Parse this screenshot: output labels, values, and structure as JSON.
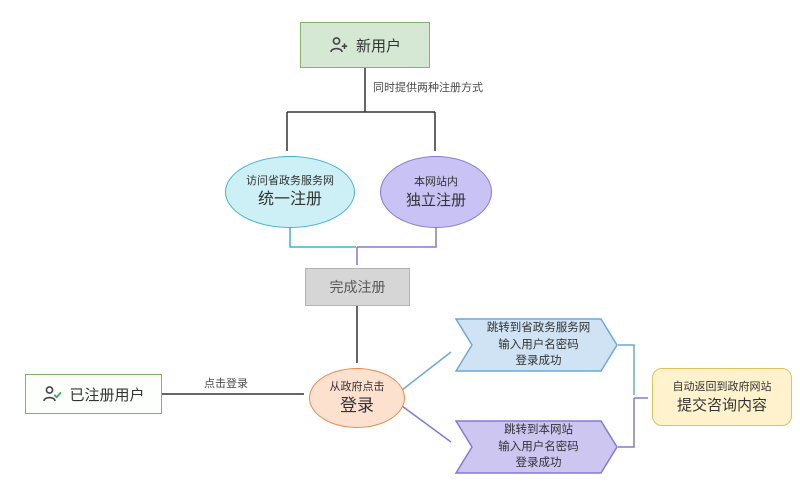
{
  "nodes": {
    "new_user": {
      "label": "新用户"
    },
    "unified_register": {
      "line1": "访问省政务服务网",
      "line2": "统一注册"
    },
    "independent_register": {
      "line1": "本网站内",
      "line2": "独立注册"
    },
    "complete_register": {
      "label": "完成注册"
    },
    "registered_user": {
      "label": "已注册用户"
    },
    "gov_login": {
      "line1": "从政府点击",
      "line2": "登录"
    },
    "provincial_login_flow": {
      "line1": "跳转到省政务服务网",
      "line2": "输入用户名密码",
      "line3": "登录成功"
    },
    "site_login_flow": {
      "line1": "跳转到本网站",
      "line2": "输入用户名密码",
      "line3": "登录成功"
    },
    "submit_content": {
      "line1": "自动返回到政府网站",
      "line2": "提交咨询内容"
    }
  },
  "edge_labels": {
    "two_register_methods": "同时提供两种注册方式",
    "click_login": "点击登录"
  },
  "icons": {
    "new_user_icon": "user-plus-icon",
    "registered_user_icon": "user-check-icon"
  },
  "colors": {
    "green_border": "#82b366",
    "green_fill": "#d5e8d4",
    "teal_border": "#3fb3cd",
    "teal_fill": "#cdf0f6",
    "purple_border": "#8379d6",
    "purple_fill": "#c9c2f5",
    "gray_border": "#b3b3b3",
    "gray_fill": "#d6d6d6",
    "orange_border": "#ea8c4d",
    "orange_fill": "#fbe1ce",
    "blue_border": "#6ca9d8",
    "blue_fill": "#cfe3f5",
    "yellow_border": "#dfc05e",
    "yellow_fill": "#fff2cc",
    "line_black": "#333333"
  }
}
